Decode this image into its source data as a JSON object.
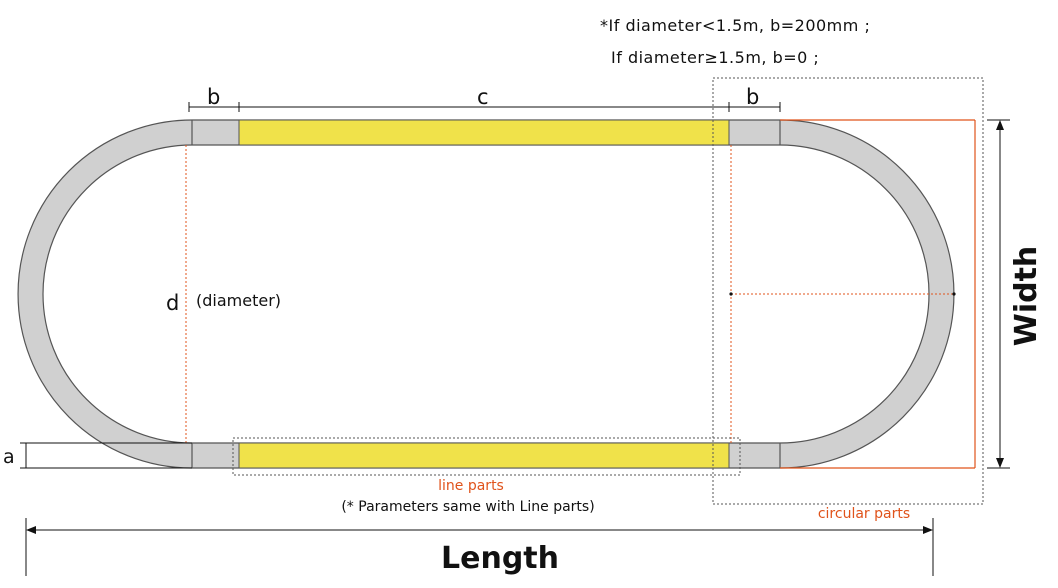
{
  "notes": {
    "line1": "*If diameter<1.5m, b=200mm ;",
    "line2": "If diameter≥1.5m, b=0 ;"
  },
  "labels": {
    "b_left": "b",
    "c": "c",
    "b_right": "b",
    "d": "d",
    "diameter": "(diameter)",
    "a": "a",
    "width": "Width",
    "length": "Length",
    "line_parts": "line parts",
    "params_note": "(* Parameters same with Line parts)",
    "circular_parts": "circular parts"
  },
  "colors": {
    "track_gray": "#d0d0d0",
    "track_outline": "#555555",
    "line_part_yellow": "#f0e24a",
    "accent_orange": "#e0531b",
    "dim_black": "#111111"
  }
}
